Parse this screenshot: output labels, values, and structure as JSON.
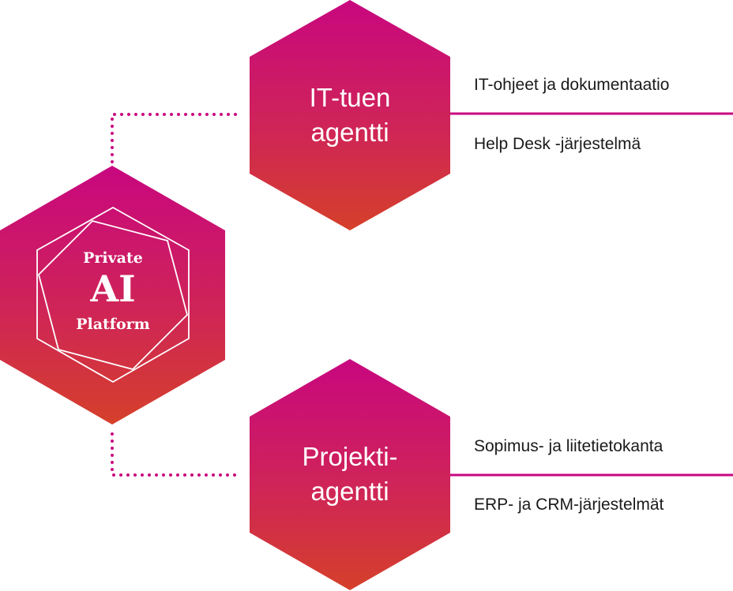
{
  "platform": {
    "line1": "Private",
    "line2": "AI",
    "line3": "Platform"
  },
  "agents": [
    {
      "line1": "IT-tuen",
      "line2": "agentti",
      "sources": [
        "IT-ohjeet ja dokumentaatio",
        "Help Desk -järjestelmä"
      ]
    },
    {
      "line1": "Projekti-",
      "line2": "agentti",
      "sources": [
        "Sopimus- ja liitetietokanta",
        "ERP- ja CRM-järjestelmät"
      ]
    }
  ],
  "colors": {
    "top": "#c8077f",
    "bottom": "#d43f2a",
    "line": "#c8077f"
  }
}
